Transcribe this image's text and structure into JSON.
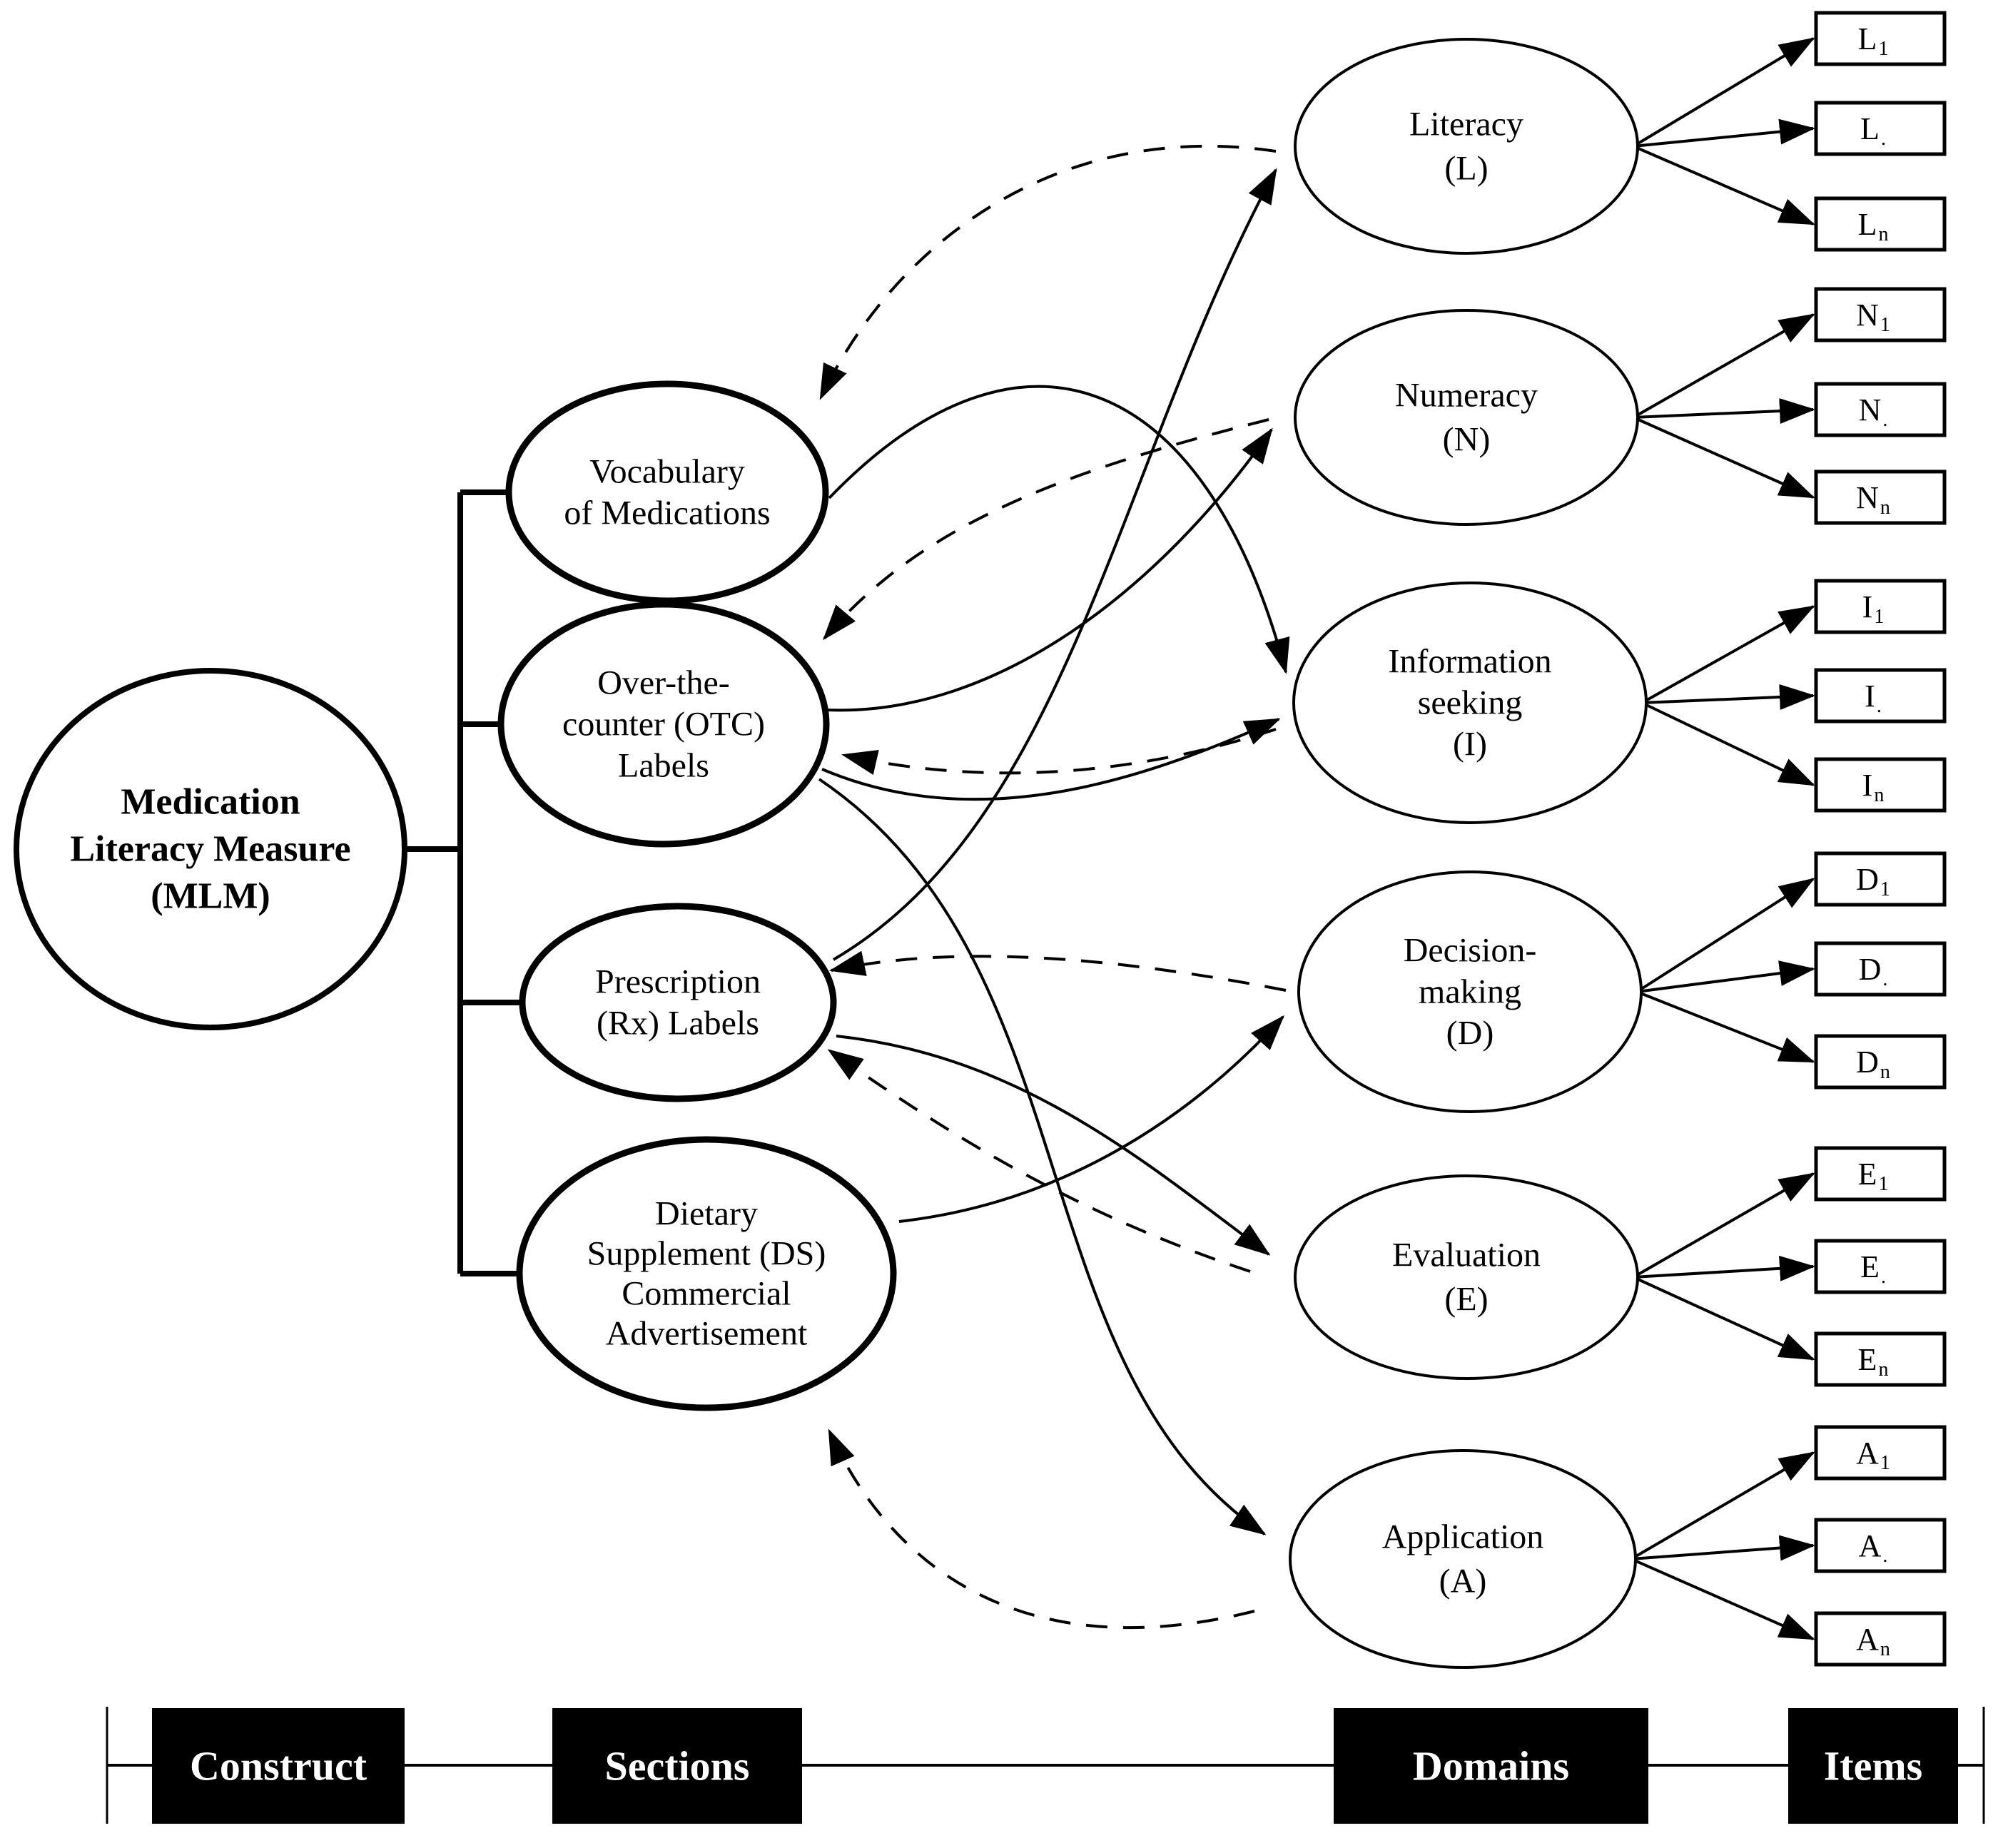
{
  "figure": {
    "background": "#ffffff",
    "line_color": "#000000",
    "band_bg": "#000000",
    "band_text_color": "#ffffff"
  },
  "construct": {
    "id": "mlm",
    "lines": [
      "Medication",
      "Literacy Measure",
      "(MLM)"
    ]
  },
  "sections": [
    {
      "id": "vocabulary",
      "lines": [
        "Vocabulary",
        "of Medications"
      ]
    },
    {
      "id": "otc",
      "lines": [
        "Over-the-",
        "counter (OTC)",
        "Labels"
      ]
    },
    {
      "id": "rx",
      "lines": [
        "Prescription",
        "(Rx) Labels"
      ]
    },
    {
      "id": "ds",
      "lines": [
        "Dietary",
        "Supplement (DS)",
        "Commercial",
        "Advertisement"
      ]
    }
  ],
  "domains": [
    {
      "id": "literacy",
      "code": "L",
      "lines": [
        "Literacy",
        "(L)"
      ],
      "items": [
        {
          "label": "L",
          "sub": "1"
        },
        {
          "label": "L",
          "sub": "."
        },
        {
          "label": "L",
          "sub": "n"
        }
      ]
    },
    {
      "id": "numeracy",
      "code": "N",
      "lines": [
        "Numeracy",
        "(N)"
      ],
      "items": [
        {
          "label": "N",
          "sub": "1"
        },
        {
          "label": "N",
          "sub": "."
        },
        {
          "label": "N",
          "sub": "n"
        }
      ]
    },
    {
      "id": "information",
      "code": "I",
      "lines": [
        "Information",
        "seeking",
        "(I)"
      ],
      "items": [
        {
          "label": "I",
          "sub": "1"
        },
        {
          "label": "I",
          "sub": "."
        },
        {
          "label": "I",
          "sub": "n"
        }
      ]
    },
    {
      "id": "decision",
      "code": "D",
      "lines": [
        "Decision-",
        "making",
        "(D)"
      ],
      "items": [
        {
          "label": "D",
          "sub": "1"
        },
        {
          "label": "D",
          "sub": "."
        },
        {
          "label": "D",
          "sub": "n"
        }
      ]
    },
    {
      "id": "evaluation",
      "code": "E",
      "lines": [
        "Evaluation",
        "(E)"
      ],
      "items": [
        {
          "label": "E",
          "sub": "1"
        },
        {
          "label": "E",
          "sub": "."
        },
        {
          "label": "E",
          "sub": "n"
        }
      ]
    },
    {
      "id": "application",
      "code": "A",
      "lines": [
        "Application",
        "(A)"
      ],
      "items": [
        {
          "label": "A",
          "sub": "1"
        },
        {
          "label": "A",
          "sub": "."
        },
        {
          "label": "A",
          "sub": "n"
        }
      ]
    }
  ],
  "connections": {
    "solid": [
      {
        "from": "rx",
        "to": "literacy"
      },
      {
        "from": "otc",
        "to": "numeracy"
      },
      {
        "from": "vocabulary",
        "to": "information"
      },
      {
        "from": "otc",
        "to": "information"
      },
      {
        "from": "ds",
        "to": "decision"
      },
      {
        "from": "rx",
        "to": "evaluation"
      },
      {
        "from": "otc",
        "to": "application"
      }
    ],
    "dashed": [
      {
        "from": "literacy",
        "to": "vocabulary"
      },
      {
        "from": "numeracy",
        "to": "otc"
      },
      {
        "from": "information",
        "to": "otc"
      },
      {
        "from": "decision",
        "to": "rx"
      },
      {
        "from": "evaluation",
        "to": "rx"
      },
      {
        "from": "application",
        "to": "ds"
      }
    ]
  },
  "axis": {
    "labels": [
      "Construct",
      "Sections",
      "Domains",
      "Items"
    ]
  }
}
